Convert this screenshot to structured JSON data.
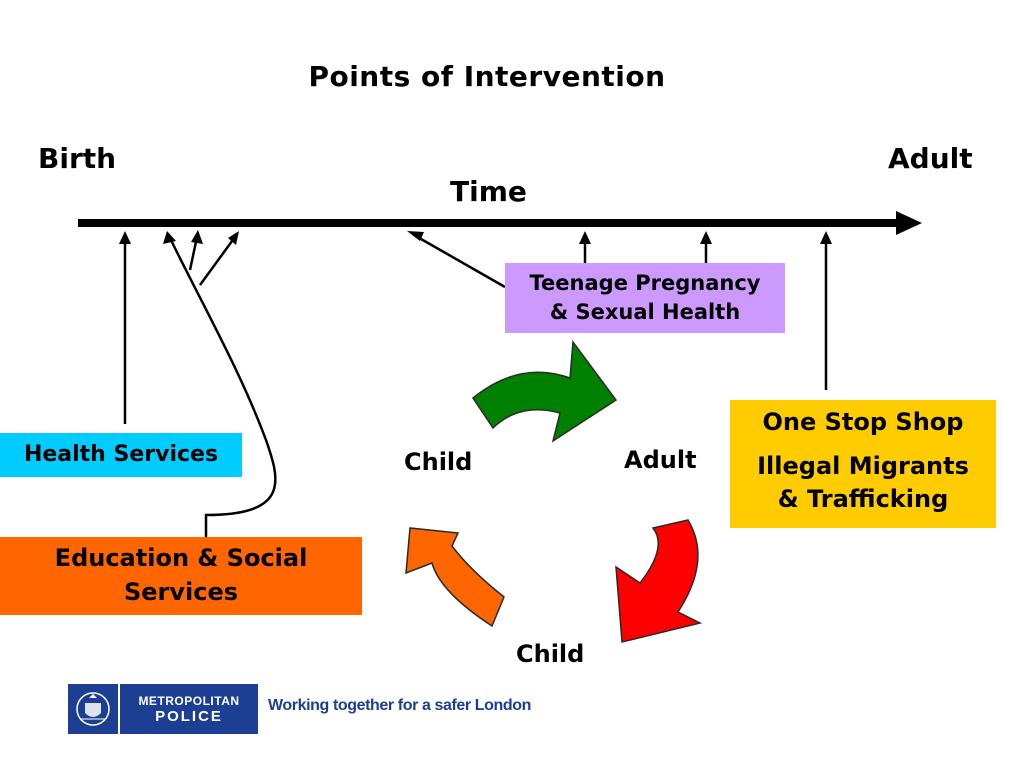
{
  "title": "Points of Intervention",
  "timeline": {
    "start_label": "Birth",
    "end_label": "Adult",
    "axis_label": "Time",
    "arrow_color": "#000000"
  },
  "boxes": {
    "teenage_pregnancy": {
      "line1": "Teenage Pregnancy",
      "line2": "& Sexual Health",
      "color": "#cc99ff"
    },
    "health_services": {
      "label": "Health Services",
      "color": "#00ccff"
    },
    "education_social": {
      "line1": "Education & Social",
      "line2": "Services",
      "color": "#ff6600"
    },
    "one_stop_shop": {
      "line1": "One Stop Shop",
      "line2": "Illegal Migrants",
      "line3": "& Trafficking",
      "color": "#ffcc00"
    }
  },
  "cycle": {
    "child_left": "Child",
    "adult": "Adult",
    "child_bottom": "Child",
    "arrow_colors": {
      "green": "#008000",
      "red": "#ff0000",
      "orange": "#ff6600"
    }
  },
  "footer": {
    "logo_line1": "METROPOLITAN",
    "logo_line2": "POLICE",
    "logo_icon": "police-crest-icon",
    "tagline": "Working together for a safer London",
    "brand_color": "#1c3f94"
  }
}
